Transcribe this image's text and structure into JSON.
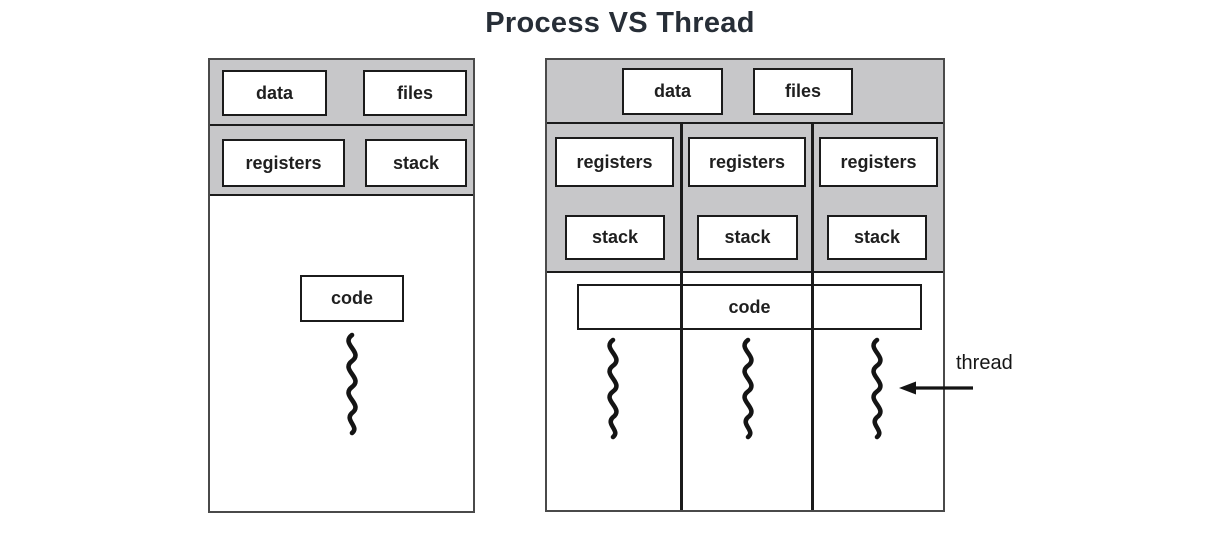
{
  "title": "Process VS Thread",
  "colors": {
    "background": "#ffffff",
    "section_gray": "#c7c7c9",
    "line_black": "#1b1b1b",
    "outer_border_gray": "#4a4a4a",
    "title_text": "#272e37"
  },
  "single_process": {
    "data": "data",
    "files": "files",
    "registers": "registers",
    "stack": "stack",
    "code": "code"
  },
  "multi_process": {
    "data": "data",
    "files": "files",
    "threads": [
      {
        "registers": "registers",
        "stack": "stack"
      },
      {
        "registers": "registers",
        "stack": "stack"
      },
      {
        "registers": "registers",
        "stack": "stack"
      }
    ],
    "code": "code"
  },
  "annotation": {
    "thread": "thread"
  }
}
